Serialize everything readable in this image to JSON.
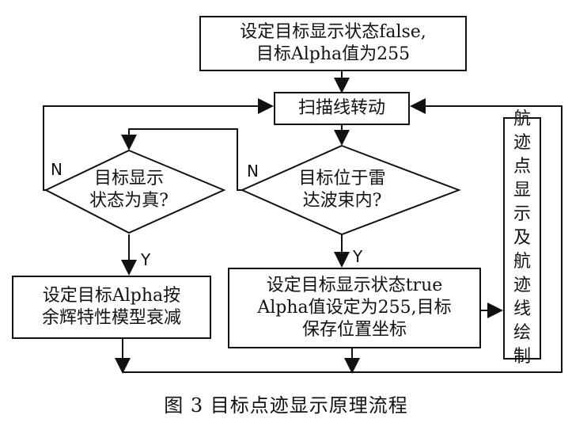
{
  "nodes": {
    "set_false": "设定目标显示状态false,\n目标Alpha值为255",
    "scan": "扫描线转动",
    "decision_display": "目标显示\n状态为真?",
    "decision_beam": "目标位于雷\n达波束内?",
    "set_alpha_decay": "设定目标Alpha按\n余辉特性模型衰减",
    "set_true": "设定目标显示状态true\nAlpha值设定为255,目标\n保存位置坐标",
    "track_draw": "航迹点显示及航迹线绘制"
  },
  "edge_labels": {
    "n_left": "N",
    "y_left": "Y",
    "n_mid": "N",
    "y_mid": "Y"
  },
  "caption": "图 3    目标点迹显示原理流程"
}
